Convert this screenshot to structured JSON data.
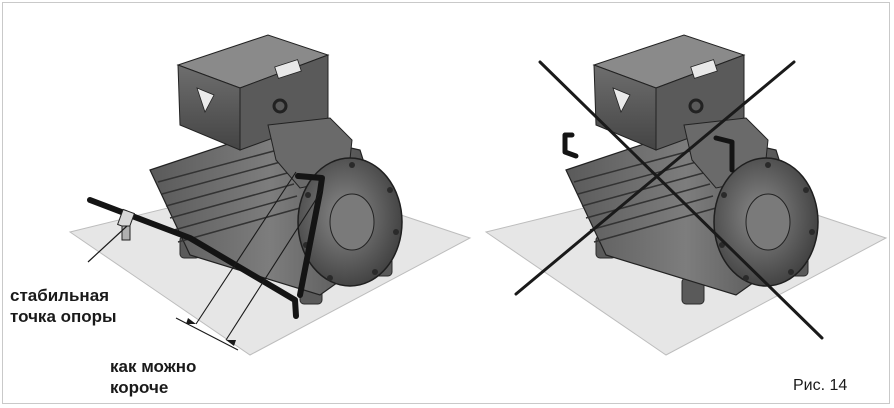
{
  "labels": {
    "stable_support": "стабильная\nточка опоры",
    "as_short_as_possible": "как можно\nкороче"
  },
  "figure_caption": "Рис. 14",
  "colors": {
    "compressor_dark": "#4a4a4a",
    "compressor_mid": "#6b6b6b",
    "compressor_light": "#9a9a9a",
    "base_plate": "#e4e4e4",
    "line": "#1a1a1a"
  }
}
